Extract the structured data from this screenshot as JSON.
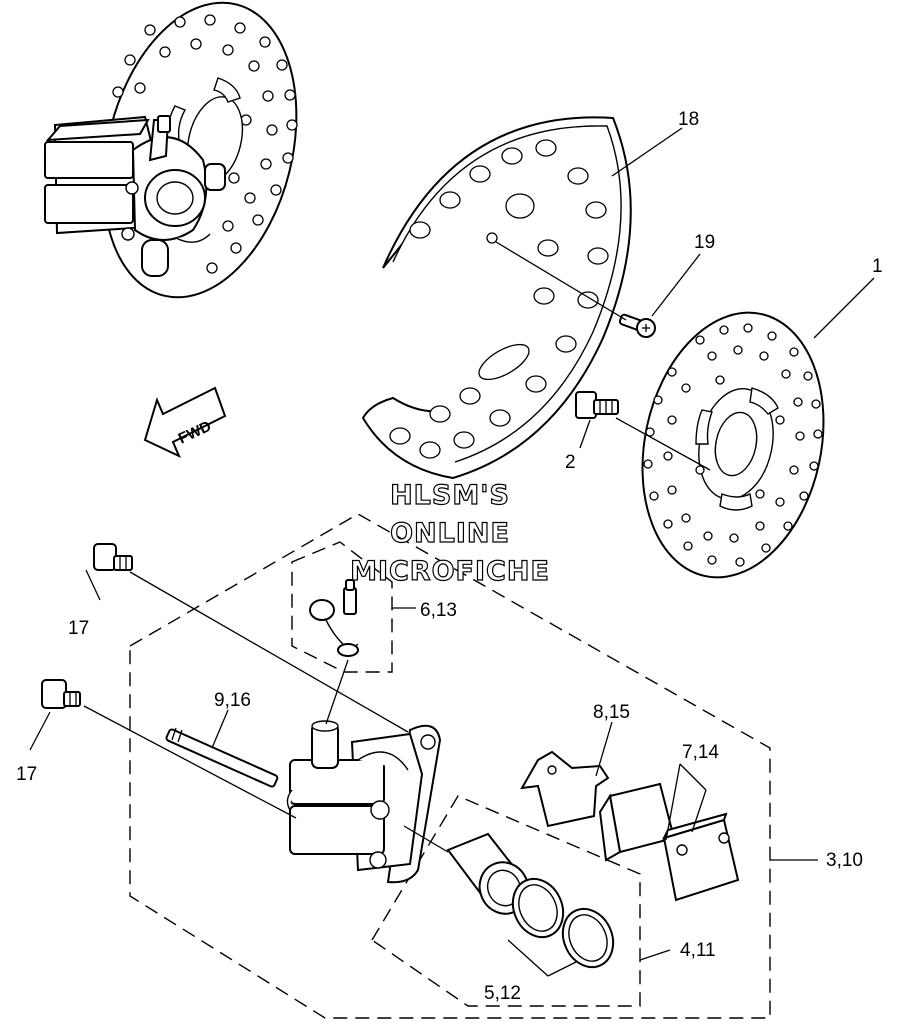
{
  "labels": {
    "l1": "1",
    "l2": "2",
    "l18": "18",
    "l19": "19",
    "l17a": "17",
    "l17b": "17",
    "l613": "6,13",
    "l916": "9,16",
    "l815": "8,15",
    "l714": "7,14",
    "l310": "3,10",
    "l411": "4,11",
    "l512": "5,12"
  },
  "fwd": "FWD",
  "watermark": {
    "line1": "HLSM'S",
    "line2": "ONLINE",
    "line3": "MICROFICHE"
  },
  "colors": {
    "ink": "#000000",
    "paper": "#ffffff"
  }
}
